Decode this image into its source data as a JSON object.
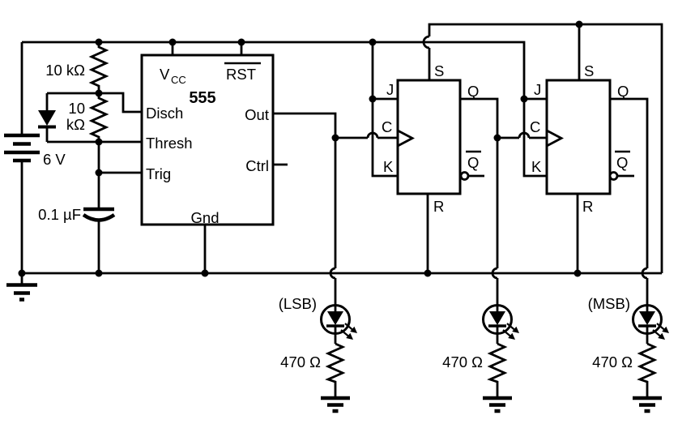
{
  "diagram": {
    "power": {
      "battery": "6 V"
    },
    "timing": {
      "r1": "10 kΩ",
      "r2_line1": "10",
      "r2_line2": "kΩ",
      "cap": "0.1 µF"
    },
    "timer555": {
      "vcc_main": "V",
      "vcc_sub": "CC",
      "rst": "RST",
      "name": "555",
      "disch": "Disch",
      "thresh": "Thresh",
      "trig": "Trig",
      "out": "Out",
      "ctrl": "Ctrl",
      "gnd": "Gnd"
    },
    "ff1": {
      "s": "S",
      "j": "J",
      "c": "C",
      "k": "K",
      "q": "Q",
      "qbar": "Q",
      "r": "R"
    },
    "ff2": {
      "s": "S",
      "j": "J",
      "c": "C",
      "k": "K",
      "q": "Q",
      "qbar": "Q",
      "r": "R"
    },
    "outputs": {
      "lsb": "(LSB)",
      "msb": "(MSB)",
      "r_lsb": "470 Ω",
      "r_mid": "470 Ω",
      "r_msb": "470 Ω"
    }
  }
}
